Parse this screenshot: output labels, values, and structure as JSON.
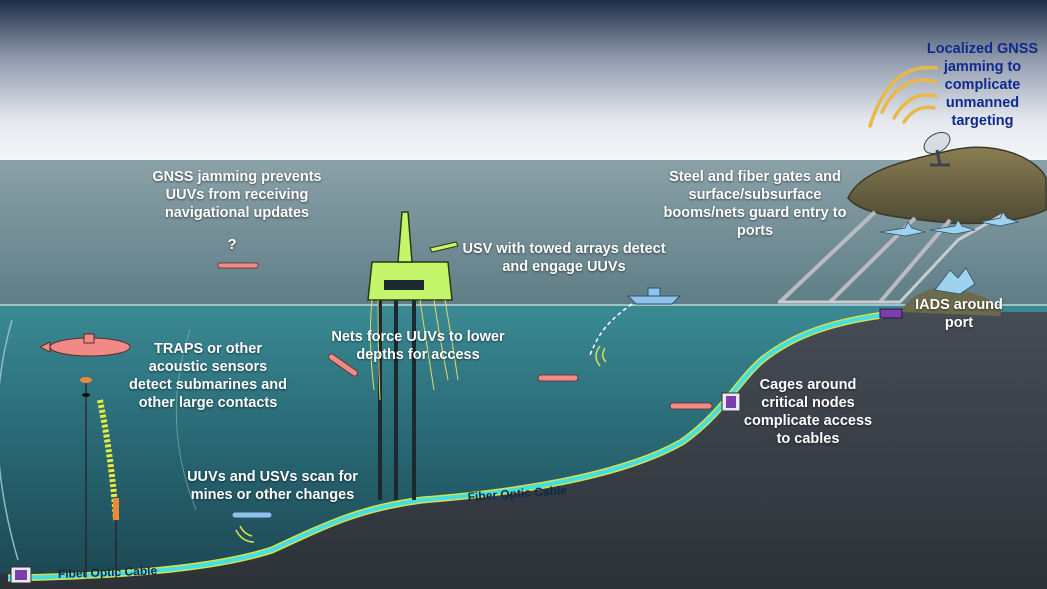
{
  "labels": {
    "gnss_prevents": "GNSS jamming  prevents UUVs from receiving navigational updates",
    "question_mark": "?",
    "usv_towed": "USV with towed arrays detect and engage UUVs",
    "steel_gates": "Steel and fiber gates and surface/subsurface booms/nets guard entry to ports",
    "localized_gnss": "Localized GNSS jamming to complicate unmanned targeting",
    "iads": "IADS around port",
    "traps": "TRAPS or other acoustic sensors detect submarines and other large contacts",
    "nets_force": "Nets force UUVs to lower depths for access",
    "cages": "Cages around critical nodes complicate access to cables",
    "uuvs_scan": "UUVs and USVs scan for mines or other changes",
    "fiber_cable_left": "Fiber Optic Cable",
    "fiber_cable_mid": "Fiber Optic Cable"
  },
  "colors": {
    "sky_top": "#1f2d4a",
    "sky_bottom": "#f2f4f7",
    "sea_surface": "#6f8a92",
    "water": "#2f7480",
    "seabed": "#3e454d",
    "cable_cyan": "#41e0e6",
    "cable_yellow": "#d6e14a",
    "uuv_pink": "#f08a86",
    "usv_blue": "#8ec4ec",
    "platform_green": "#c4f56a",
    "label_blue": "#0f2a8c",
    "cage_purple": "#7a3fa8"
  },
  "icons": [
    "satellite-dish-icon",
    "jamming-signal-icon",
    "sonar-wave-icon",
    "cage-icon",
    "submarine-icon",
    "uuv-icon",
    "usv-icon",
    "oil-platform-icon",
    "sonar-buoy-icon",
    "island-icon"
  ]
}
